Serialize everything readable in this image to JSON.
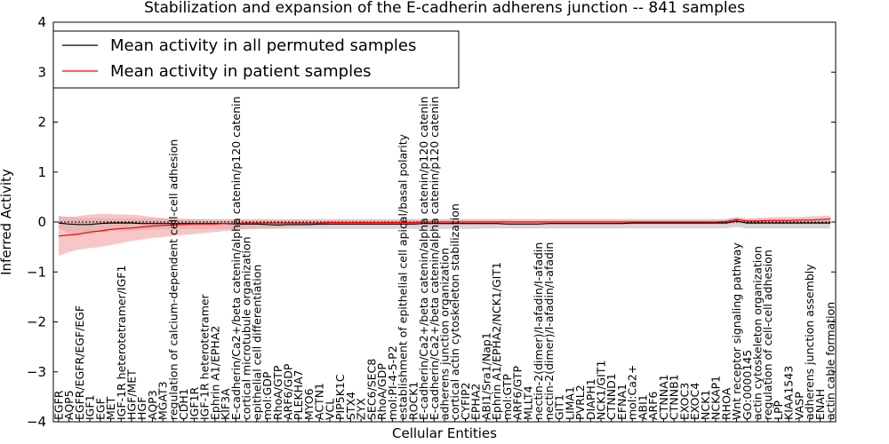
{
  "chart_data": {
    "type": "line",
    "title": "Stabilization and expansion of the E-cadherin adherens junction -- 841 samples",
    "xlabel": "Cellular Entities",
    "ylabel": "Inferred Activity",
    "ylim": [
      -4,
      4
    ],
    "yticks": [
      -4,
      -3,
      -2,
      -1,
      0,
      1,
      2,
      3,
      4
    ],
    "legend_position": "top-left",
    "categories": [
      "EGFR",
      "AQP5",
      "EGFR/EGFR/EGF/EGF",
      "IGF1",
      "EGF",
      "MET",
      "IGF-1R heterotetramer/IGF1",
      "HGF/MET",
      "HGF",
      "AQP3",
      "MGAT3",
      "regulation of calcium-dependent cell-cell adhesion",
      "CDH1",
      "IGF1R",
      "IGF-1R heterotetramer",
      "Ephrin A1/EPHA2",
      "KIF3A",
      "E-cadherin/Ca2+/beta catenin/alpha catenin/p120 catenin",
      "cortical microtubule organization",
      "epithelial cell differentiation",
      "mol:GDP",
      "RhoA/GTP",
      "ARF6/GDP",
      "PLEKHA7",
      "MYO6",
      "ACTN1",
      "VCL",
      "PIP5K1C",
      "STX4",
      "ZYX",
      "SEC6/SEC8",
      "RhoA/GDP",
      "mol:PI-4-5-P2",
      "establishment of epithelial cell apical/basal polarity",
      "ROCK1",
      "E-cadherin/Ca2+/beta catenin/alpha catenin/p120 catenin",
      "E-cadherin/Ca2+/beta catenin/alpha catenin/p120 catenin",
      "adherens junction organization",
      "cortical actin cytoskeleton stabilization",
      "CYFIP2",
      "EPHA2",
      "ABI1/Sra1/Nap1",
      "Ephrin A1/EPHA2/NCK1/GIT1",
      "mol:GTP",
      "ARF6/GTP",
      "MLLT4",
      "nectin-2(dimer)/I-afadin/I-afadin",
      "nectin-2(dimer)/I-afadin/I-afadin",
      "GIT1",
      "LIMA1",
      "PVRL2",
      "DIAPH1",
      "NCK1/GIT1",
      "CTNND1",
      "EFNA1",
      "mol:Ca2+",
      "ABI1",
      "ARF6",
      "CTNNA1",
      "CTNNB1",
      "EXOC3",
      "EXOC4",
      "NCK1",
      "NCKAP1",
      "RHOA",
      "Wnt receptor signaling pathway",
      "GO:0000145",
      "actin cytoskeleton organization",
      "regulation of cell-cell adhesion",
      "LPP",
      "KIAA1543",
      "VASP",
      "adherens junction assembly",
      "ENAH",
      "actin cable formation"
    ],
    "series": [
      {
        "name": "Mean activity in all permuted samples",
        "color": "#000000",
        "band_color": "#c8c8c8",
        "values": [
          -0.02,
          -0.04,
          -0.05,
          -0.05,
          -0.03,
          -0.02,
          -0.02,
          -0.02,
          -0.03,
          -0.03,
          -0.03,
          -0.03,
          -0.03,
          -0.03,
          -0.03,
          -0.03,
          -0.03,
          -0.04,
          -0.04,
          -0.04,
          -0.05,
          -0.06,
          -0.05,
          -0.05,
          -0.05,
          -0.04,
          -0.04,
          -0.04,
          -0.04,
          -0.04,
          -0.04,
          -0.04,
          -0.04,
          -0.04,
          -0.04,
          -0.03,
          -0.03,
          -0.03,
          -0.03,
          -0.03,
          -0.03,
          -0.03,
          -0.03,
          -0.04,
          -0.04,
          -0.04,
          -0.04,
          -0.03,
          -0.03,
          -0.03,
          -0.03,
          -0.03,
          -0.03,
          -0.03,
          -0.03,
          -0.02,
          -0.02,
          -0.02,
          -0.02,
          -0.02,
          -0.02,
          -0.02,
          -0.02,
          -0.02,
          -0.02,
          0.02,
          -0.02,
          -0.02,
          -0.02,
          -0.02,
          -0.02,
          -0.02,
          -0.02,
          -0.02,
          -0.02
        ],
        "lower": [
          -0.12,
          -0.22,
          -0.25,
          -0.22,
          -0.2,
          -0.18,
          -0.17,
          -0.17,
          -0.16,
          -0.15,
          -0.15,
          -0.15,
          -0.14,
          -0.14,
          -0.14,
          -0.14,
          -0.14,
          -0.14,
          -0.14,
          -0.14,
          -0.14,
          -0.14,
          -0.14,
          -0.14,
          -0.14,
          -0.14,
          -0.14,
          -0.14,
          -0.14,
          -0.14,
          -0.14,
          -0.14,
          -0.14,
          -0.14,
          -0.14,
          -0.14,
          -0.14,
          -0.14,
          -0.14,
          -0.14,
          -0.14,
          -0.13,
          -0.13,
          -0.13,
          -0.13,
          -0.13,
          -0.13,
          -0.13,
          -0.13,
          -0.13,
          -0.13,
          -0.13,
          -0.13,
          -0.13,
          -0.13,
          -0.13,
          -0.13,
          -0.13,
          -0.13,
          -0.13,
          -0.13,
          -0.13,
          -0.13,
          -0.13,
          -0.13,
          -0.1,
          -0.13,
          -0.13,
          -0.13,
          -0.13,
          -0.13,
          -0.13,
          -0.13,
          -0.13,
          -0.13
        ],
        "upper": [
          0.12,
          0.1,
          0.08,
          0.08,
          0.08,
          0.07,
          0.07,
          0.07,
          0.07,
          0.07,
          0.07,
          0.07,
          0.06,
          0.06,
          0.06,
          0.06,
          0.06,
          0.06,
          0.06,
          0.06,
          0.06,
          0.06,
          0.06,
          0.06,
          0.06,
          0.06,
          0.06,
          0.06,
          0.06,
          0.06,
          0.06,
          0.06,
          0.06,
          0.06,
          0.06,
          0.06,
          0.06,
          0.06,
          0.06,
          0.06,
          0.06,
          0.06,
          0.06,
          0.06,
          0.06,
          0.06,
          0.06,
          0.06,
          0.06,
          0.06,
          0.06,
          0.06,
          0.06,
          0.06,
          0.06,
          0.06,
          0.06,
          0.06,
          0.06,
          0.06,
          0.06,
          0.06,
          0.06,
          0.06,
          0.06,
          0.1,
          0.06,
          0.06,
          0.06,
          0.06,
          0.06,
          0.06,
          0.06,
          0.06,
          0.06
        ]
      },
      {
        "name": "Mean activity in patient samples",
        "color": "#ff0000",
        "band_color": "#f4a0a0",
        "values": [
          -0.28,
          -0.26,
          -0.24,
          -0.2,
          -0.18,
          -0.15,
          -0.13,
          -0.12,
          -0.1,
          -0.08,
          -0.07,
          -0.06,
          -0.05,
          -0.04,
          -0.04,
          -0.04,
          -0.03,
          -0.03,
          -0.02,
          -0.02,
          -0.02,
          -0.02,
          -0.02,
          -0.02,
          -0.02,
          -0.02,
          -0.01,
          -0.01,
          -0.01,
          -0.01,
          -0.01,
          -0.01,
          -0.01,
          -0.01,
          -0.01,
          0,
          0,
          0,
          0,
          0,
          0,
          0,
          0,
          0,
          0,
          0,
          0,
          0,
          0,
          0,
          0,
          0,
          0,
          0,
          0,
          0,
          0,
          0,
          0,
          0,
          0,
          0,
          0,
          0,
          0.01,
          0.05,
          0.02,
          0.02,
          0.03,
          0.03,
          0.03,
          0.04,
          0.04,
          0.05,
          0.06
        ],
        "lower": [
          -0.68,
          -0.6,
          -0.55,
          -0.52,
          -0.5,
          -0.46,
          -0.42,
          -0.38,
          -0.35,
          -0.32,
          -0.3,
          -0.28,
          -0.26,
          -0.24,
          -0.22,
          -0.2,
          -0.18,
          -0.16,
          -0.14,
          -0.13,
          -0.12,
          -0.11,
          -0.1,
          -0.09,
          -0.08,
          -0.08,
          -0.07,
          -0.07,
          -0.07,
          -0.06,
          -0.06,
          -0.06,
          -0.06,
          -0.06,
          -0.06,
          -0.05,
          -0.05,
          -0.05,
          -0.05,
          -0.05,
          -0.05,
          -0.05,
          -0.05,
          -0.05,
          -0.05,
          -0.05,
          -0.05,
          -0.05,
          -0.05,
          -0.05,
          -0.05,
          -0.05,
          -0.05,
          -0.05,
          -0.05,
          -0.05,
          -0.05,
          -0.05,
          -0.05,
          -0.05,
          -0.05,
          -0.05,
          -0.05,
          -0.05,
          -0.05,
          -0.02,
          -0.04,
          -0.04,
          -0.04,
          -0.04,
          -0.04,
          -0.04,
          -0.04,
          -0.04,
          -0.04
        ],
        "upper": [
          0.12,
          0.1,
          0.12,
          0.15,
          0.16,
          0.16,
          0.15,
          0.15,
          0.13,
          0.1,
          0.08,
          0.07,
          0.06,
          0.05,
          0.05,
          0.04,
          0.04,
          0.04,
          0.04,
          0.04,
          0.04,
          0.04,
          0.04,
          0.04,
          0.04,
          0.04,
          0.04,
          0.04,
          0.04,
          0.04,
          0.04,
          0.04,
          0.04,
          0.04,
          0.04,
          0.04,
          0.04,
          0.04,
          0.04,
          0.04,
          0.04,
          0.04,
          0.04,
          0.04,
          0.04,
          0.04,
          0.04,
          0.04,
          0.04,
          0.04,
          0.04,
          0.04,
          0.04,
          0.04,
          0.04,
          0.04,
          0.04,
          0.04,
          0.04,
          0.04,
          0.04,
          0.04,
          0.04,
          0.04,
          0.05,
          0.09,
          0.07,
          0.08,
          0.09,
          0.1,
          0.1,
          0.1,
          0.11,
          0.12,
          0.13
        ]
      }
    ]
  }
}
